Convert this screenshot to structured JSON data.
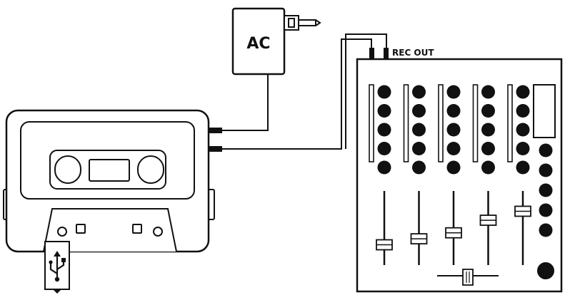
{
  "adapter": {
    "label": "AC"
  },
  "mixer": {
    "output_label": "REC OUT",
    "channel_count": 5,
    "knobs_per_channel": 5,
    "fader_levels": [
      0.22,
      0.32,
      0.42,
      0.63,
      0.78
    ],
    "master_knob_count": 5,
    "crossfader_position": 0.5
  },
  "usb_stick": {
    "icon": "usb-icon"
  },
  "colors": {
    "line": "#111111",
    "fill": "#ffffff",
    "dark": "#111111"
  }
}
